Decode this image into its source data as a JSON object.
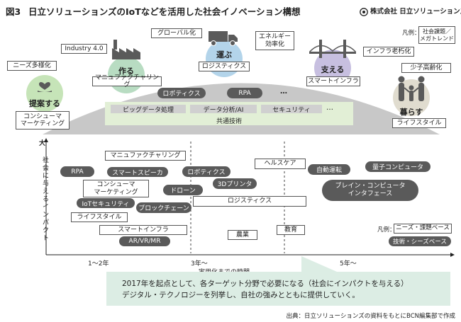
{
  "header": {
    "figure_no": "図3",
    "title": "日立ソリューションズのIoTなどを活用した社会イノベーション構想",
    "brand": "株式会社 日立ソリューションズ"
  },
  "legend_top": {
    "prefix": "凡例：",
    "item": "社会課題／\nメガトレンド"
  },
  "trends": {
    "needs": "ニーズ多様化",
    "industry": "Industry 4.0",
    "global": "グローバル化",
    "energy": "エネルギー\n効率化",
    "infra_aging": "インフラ老朽化",
    "aging": "少子高齢化"
  },
  "pillars": [
    {
      "verb": "提案する",
      "label": "コンシューマ\nマーケティング",
      "icon": "heart-hand-icon",
      "color": "#c6e4b8"
    },
    {
      "verb": "作る",
      "label": "マニュファクチャリング",
      "icon": "factory-icon",
      "color": "#b8dcc2"
    },
    {
      "verb": "運ぶ",
      "label": "ロジスティクス",
      "icon": "truck-icon",
      "color": "#b3d4ea"
    },
    {
      "verb": "支える",
      "label": "スマートインフラ",
      "icon": "bridge-icon",
      "color": "#c7bfe0"
    },
    {
      "verb": "暮らす",
      "label": "ライフスタイル",
      "icon": "family-icon",
      "color": "#e0dccf"
    }
  ],
  "platform": {
    "top_items": [
      "ロボティクス",
      "RPA",
      "…"
    ],
    "band_items": [
      "ビッグデータ処理",
      "データ分析/AI",
      "セキュリティ",
      "…"
    ],
    "base": "共通技術"
  },
  "chart": {
    "y_top": "大",
    "y_label": "社会に与えるインパクト",
    "x_label": "実用化までの時間",
    "x_ticks": [
      "1〜2年",
      "3年〜",
      "5年〜"
    ],
    "needs_items": [
      "マニュファクチャリング",
      "コンシューマ\nマーケティング",
      "ライフスタイル",
      "スマートインフラ",
      "ロジスティクス",
      "ヘルスケア",
      "農業",
      "教育"
    ],
    "tech_items": [
      "RPA",
      "スマートスピーカ",
      "ロボティクス",
      "ドローン",
      "3Dプリンタ",
      "IoTセキュリティ",
      "ブロックチェーン",
      "AR/VR/MR",
      "自動運転",
      "量子コンピュータ",
      "ブレイン・コンピュータ\nインタフェース"
    ],
    "legend": {
      "prefix": "凡例：",
      "needs": "ニーズ・課題ベース",
      "tech": "技術・シーズベース"
    }
  },
  "callout": "2017年を起点として、各ターゲット分野で必要になる（社会にインパクトを与える）\nデジタル・テクノロジーを列挙し、自社の強みとともに提供していく。",
  "source": "出典：日立ソリューションズの資料をもとにBCN編集部で作成"
}
